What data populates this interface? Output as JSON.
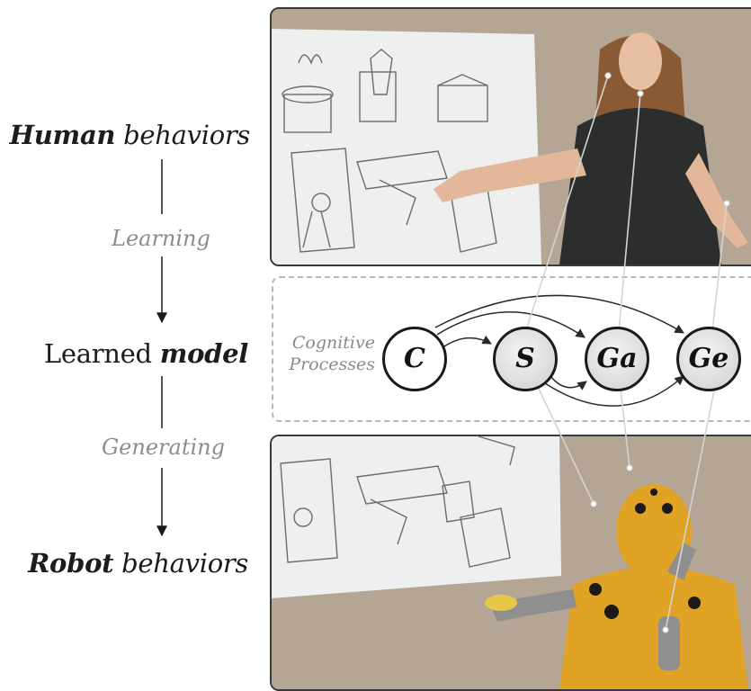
{
  "labels": {
    "human_bold": "Human",
    "human_rest": " behaviors",
    "learning": "Learning",
    "model_plain": "Learned ",
    "model_bold": "model",
    "generating": "Generating",
    "robot_bold": "Robot",
    "robot_rest": " behaviors"
  },
  "model": {
    "cognitive_line1": "Cognitive",
    "cognitive_line2": "Processes",
    "nodes": [
      "C",
      "S",
      "Ga",
      "Ge"
    ]
  },
  "colors": {
    "wall": "#b5a594",
    "projection": "#eef0ef",
    "shirt": "#2b2e2c",
    "hair": "#8a5a35",
    "robot": "#e0a326",
    "robot_dark": "#1a1a1a",
    "gray_arm": "#8f8f8f"
  }
}
